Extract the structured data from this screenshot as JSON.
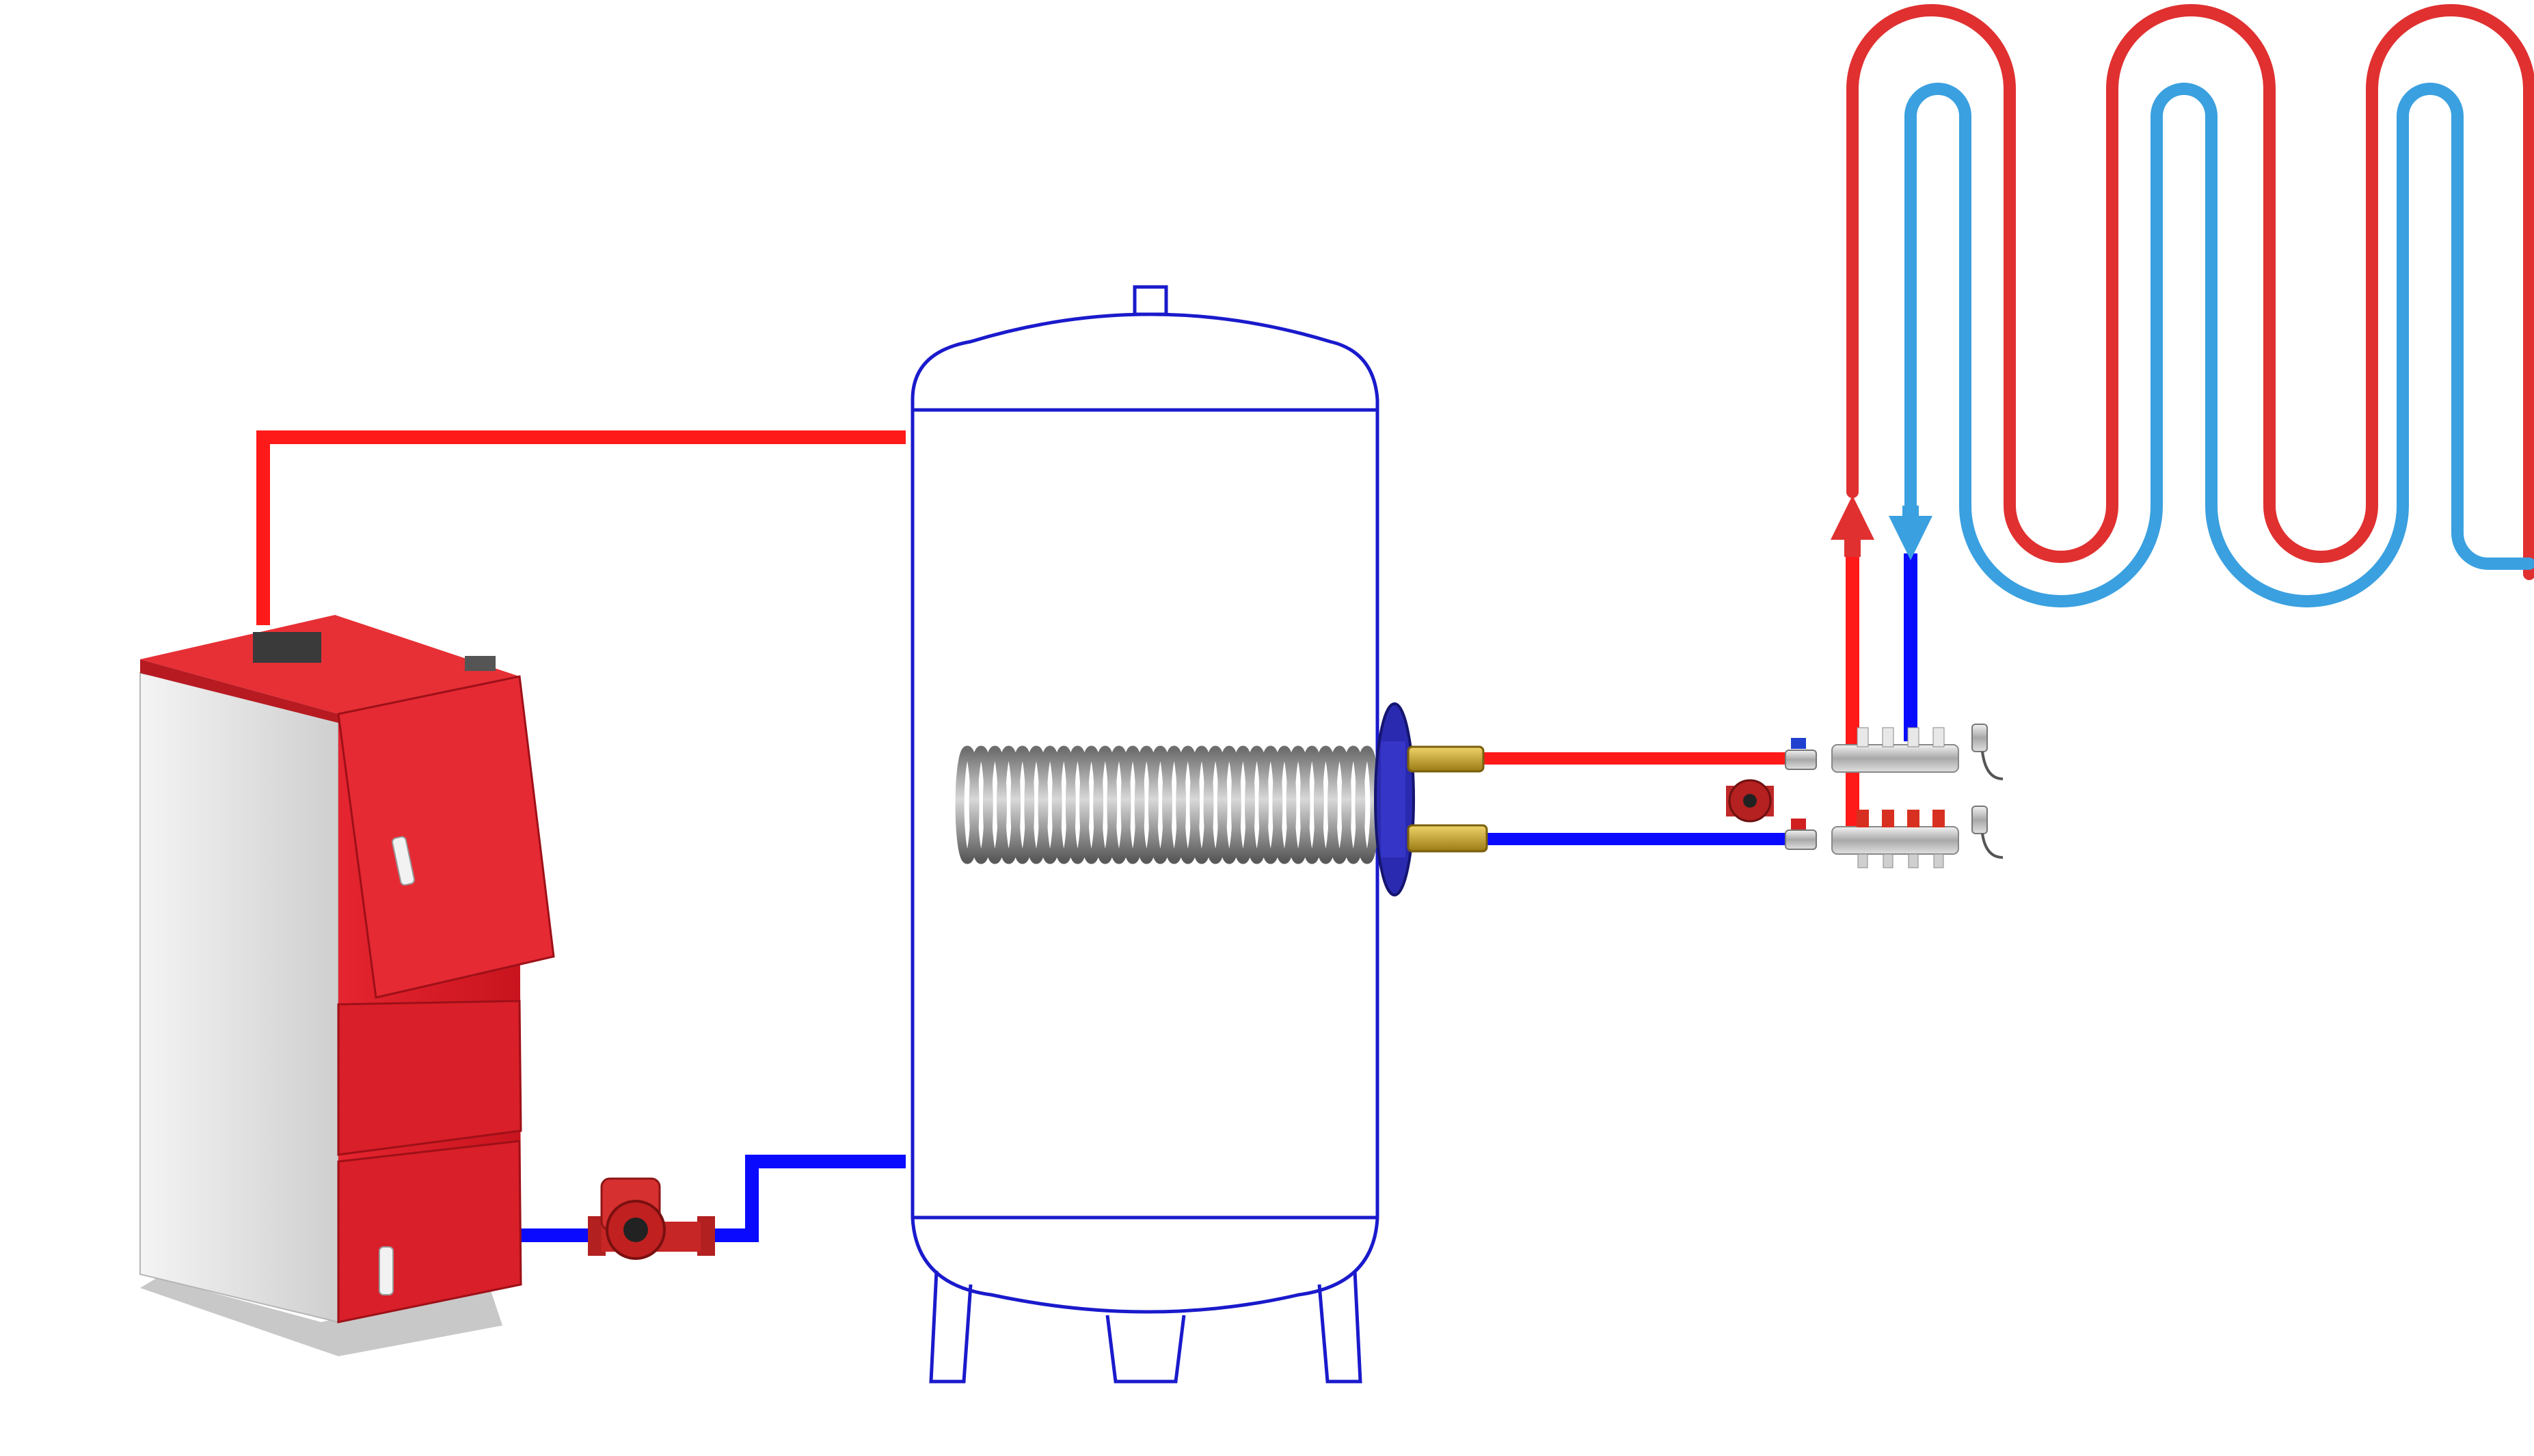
{
  "colors": {
    "hot_pipe": "#ff1a1a",
    "cold_pipe": "#0a0aff",
    "tank_outline": "#1a1acc",
    "floor_hot": "#e03030",
    "floor_cold": "#3aa0e0",
    "boiler_red": "#e0202a",
    "boiler_grey": "#dcdcdc",
    "coil_grey": "#8a8a8a",
    "brass": "#c9a227",
    "flange": "#2a2ab0"
  },
  "components": [
    {
      "id": "boiler",
      "icon": "solid-fuel-boiler-icon"
    },
    {
      "id": "boiler-pump",
      "icon": "circulation-pump-icon"
    },
    {
      "id": "buffer-tank",
      "icon": "storage-tank-icon"
    },
    {
      "id": "heat-exchanger",
      "icon": "coil-heat-exchanger-icon"
    },
    {
      "id": "manifold-pump",
      "icon": "circulation-pump-icon"
    },
    {
      "id": "manifold",
      "icon": "floor-heating-manifold-icon"
    },
    {
      "id": "floor-loop",
      "icon": "underfloor-heating-loop-icon"
    }
  ]
}
